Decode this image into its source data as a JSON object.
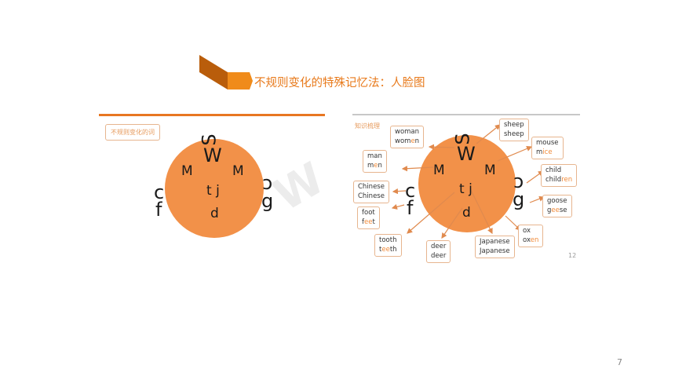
{
  "slide": {
    "title": "不规则变化的特殊记忆法：人脸图",
    "page_number": "7",
    "accent": "#f08b3a"
  },
  "left_panel": {
    "tag": "不规则变化的词",
    "face": {
      "hair_top": "S",
      "hair_mid": "W",
      "eye_left": "M",
      "eye_right": "M",
      "nose": "t j",
      "mouth": "d",
      "ear_left_top": "c",
      "ear_left_bottom": "f",
      "ear_right_top": "c",
      "ear_right_bottom": "g"
    }
  },
  "right_panel": {
    "tag": "知识梳理",
    "page_hint": "12",
    "face": {
      "hair_top": "S",
      "hair_mid": "W",
      "eye_left": "M",
      "eye_right": "M",
      "nose": "t j",
      "mouth": "d",
      "ear_left_top": "c",
      "ear_left_bottom": "f",
      "ear_right_top": "c",
      "ear_right_bottom": "g"
    },
    "words": [
      {
        "id": "woman",
        "singular": "woman",
        "plural_base": "wom",
        "plural_hl": "e",
        "plural_rest": "n"
      },
      {
        "id": "man",
        "singular": "man",
        "plural_base": "m",
        "plural_hl": "e",
        "plural_rest": "n"
      },
      {
        "id": "chinese",
        "singular": "Chinese",
        "plural_base": "Chinese",
        "plural_hl": "",
        "plural_rest": ""
      },
      {
        "id": "foot",
        "singular": "foot",
        "plural_base": "f",
        "plural_hl": "ee",
        "plural_rest": "t"
      },
      {
        "id": "tooth",
        "singular": "tooth",
        "plural_base": "t",
        "plural_hl": "ee",
        "plural_rest": "th"
      },
      {
        "id": "deer",
        "singular": "deer",
        "plural_base": "deer",
        "plural_hl": "",
        "plural_rest": ""
      },
      {
        "id": "japanese",
        "singular": "Japanese",
        "plural_base": "Japanese",
        "plural_hl": "",
        "plural_rest": ""
      },
      {
        "id": "ox",
        "singular": "ox",
        "plural_base": "ox",
        "plural_hl": "en",
        "plural_rest": ""
      },
      {
        "id": "goose",
        "singular": "goose",
        "plural_base": "g",
        "plural_hl": "ee",
        "plural_rest": "se"
      },
      {
        "id": "child",
        "singular": "child",
        "plural_base": "child",
        "plural_hl": "ren",
        "plural_rest": ""
      },
      {
        "id": "mouse",
        "singular": "mouse",
        "plural_base": "m",
        "plural_hl": "ice",
        "plural_rest": ""
      },
      {
        "id": "sheep",
        "singular": "sheep",
        "plural_base": "sheep",
        "plural_hl": "",
        "plural_rest": ""
      }
    ]
  }
}
